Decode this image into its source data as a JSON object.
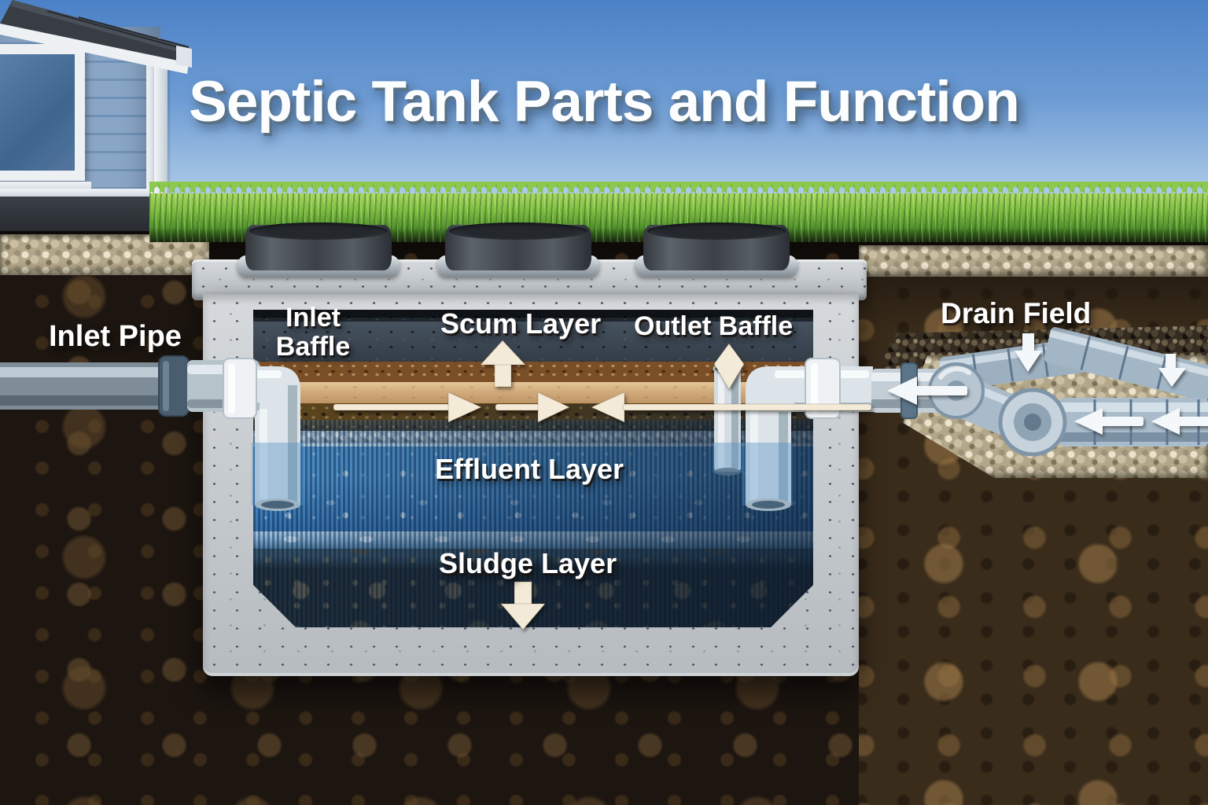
{
  "title": "Septic Tank Parts and Function",
  "labels": {
    "inlet_pipe": "Inlet Pipe",
    "inlet_baffle_line1": "Inlet",
    "inlet_baffle_line2": "Baffle",
    "scum_layer": "Scum Layer",
    "outlet_baffle": "Outlet Baffle",
    "effluent_layer": "Effluent Layer",
    "sludge_layer": "Sludge Layer",
    "drain_field": "Drain Field"
  },
  "diagram": {
    "type": "septic-system-cutaway",
    "access_riser_count": 3,
    "icons": [
      "flow-arrow-right",
      "flow-arrow-left",
      "scum-up-arrow",
      "outlet-down-arrow",
      "sludge-down-arrow",
      "percolation-down-arrow"
    ]
  },
  "colors": {
    "sky_top": "#4b81c6",
    "sky_bottom": "#cfe0f2",
    "grass_green": "#6fb13c",
    "soil_dark": "#1c1510",
    "soil_blob_brown": "#6f5530",
    "concrete_gray": "#c6cacd",
    "tank_headspace": "#39424e",
    "scum_tan": "#d2ab7c",
    "scum_brown": "#7a4e26",
    "effluent_blue": "#3b82c4",
    "sludge_black": "#100d08",
    "pvc_white": "#e8edf0",
    "inlet_pipe_gray": "#8b98a4",
    "drain_pipe_gray": "#a9bac9",
    "arrow_cream": "#f3ead8",
    "label_white": "#ffffff"
  }
}
